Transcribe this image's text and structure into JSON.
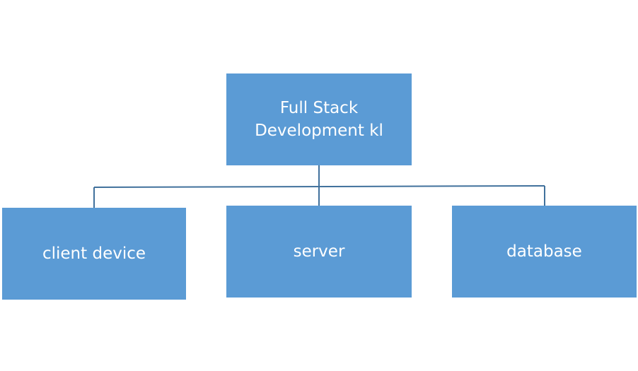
{
  "diagram": {
    "root": {
      "label": "Full Stack\nDevelopment kl"
    },
    "children": [
      {
        "label": "client device"
      },
      {
        "label": "server"
      },
      {
        "label": "database"
      }
    ],
    "colors": {
      "node_fill": "#5b9bd5",
      "node_text": "#ffffff",
      "connector": "#41719c"
    }
  }
}
